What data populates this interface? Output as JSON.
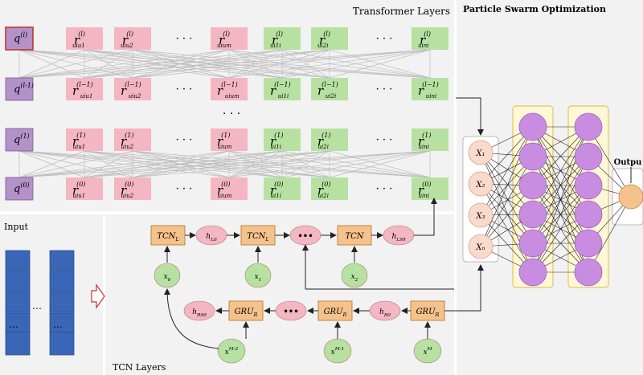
{
  "sections": {
    "transformer": "Transformer Layers",
    "pso": "Particle Swarm Optimization",
    "input": "Input",
    "tcn": "TCN Layers",
    "output": "Outpu"
  },
  "transformer_rows": [
    {
      "q": "q",
      "q_sup": "(l)",
      "r_sup": "(l)"
    },
    {
      "q": "q",
      "q_sup": "(l-1)",
      "r_sup": "(l−1)"
    },
    {
      "q": "q",
      "q_sup": "(1)",
      "r_sup": "(1)"
    },
    {
      "q": "q",
      "q_sup": "(0)",
      "r_sup": "(0)"
    }
  ],
  "r_symbol": "r",
  "pink_subs": [
    "ui_{u1}",
    "ui_{u2}",
    "ui_{um}"
  ],
  "green_subs": [
    "u_{i1}i",
    "u_{i2}i",
    "u_{in}i"
  ],
  "ellipsis": "· · ·",
  "vdots": "· · ·",
  "pso_inputs": [
    "X₁",
    "X₂",
    "X₃",
    "Xₙ"
  ],
  "tcn": {
    "top_boxes": [
      "TCN_L",
      "TCN_L",
      "TCN"
    ],
    "top_h": [
      "h_{L0}",
      "h_{L99}"
    ],
    "dots": "•••",
    "x_nodes": [
      "x_0",
      "x_1",
      "x_2"
    ],
    "gru_boxes": [
      "GRU_R",
      "GRU_R",
      "GRU_R"
    ],
    "bottom_h": [
      "h_{R99}",
      "h_{R0}"
    ],
    "bottom_x": [
      "x^{M-2}",
      "x^{M-1}",
      "x^{M}"
    ]
  },
  "input_dots": [
    "…",
    "…",
    "…"
  ],
  "colors": {
    "panel_bg": "#f2f2f2",
    "purple": "#b491c8",
    "pink": "#f4b6c2",
    "green": "#b7e1a1",
    "orange": "#f5c28b",
    "peach": "#fbd9cc",
    "blue": "#3a66b8",
    "gold": "#e6c36a",
    "violet": "#c88de0"
  }
}
